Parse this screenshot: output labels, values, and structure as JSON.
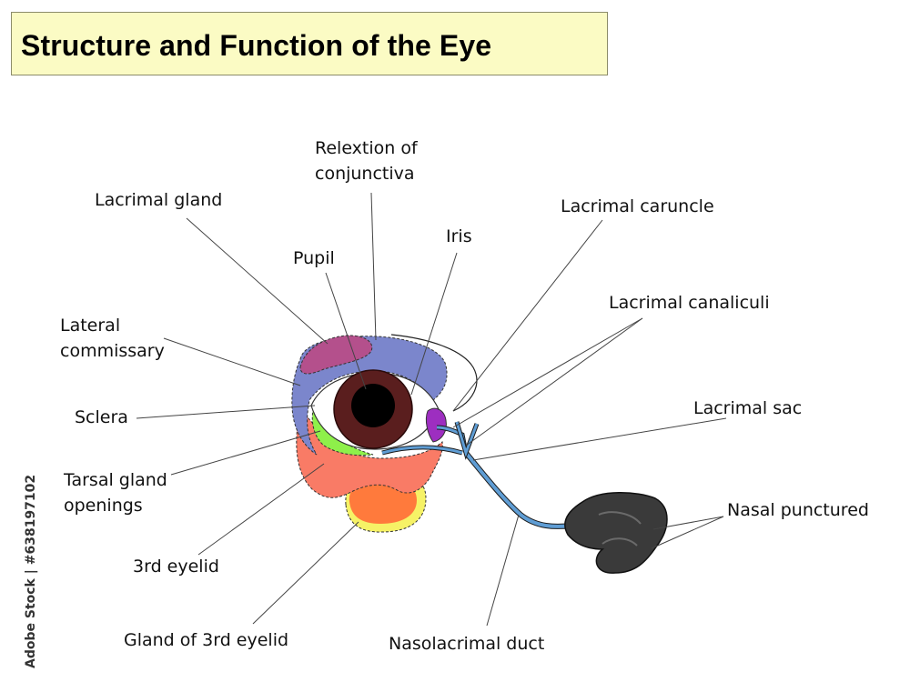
{
  "title": "Structure and Function of the Eye",
  "labels": {
    "relexion_line1": "Relextion of",
    "relexion_line2": "conjunctiva",
    "lacrimal_gland": "Lacrimal gland",
    "iris": "Iris",
    "lacrimal_caruncle": "Lacrimal caruncle",
    "pupil": "Pupil",
    "lacrimal_canaliculi": "Lacrimal canaliculi",
    "lateral_line1": "Lateral",
    "lateral_line2": "commissary",
    "sclera": "Sclera",
    "lacrimal_sac": "Lacrimal sac",
    "tarsal_line1": "Tarsal gland",
    "tarsal_line2": "openings",
    "nasal_punctured": "Nasal punctured",
    "third_eyelid": "3rd eyelid",
    "gland_third_eyelid": "Gland of 3rd eyelid",
    "nasolacrimal_duct": "Nasolacrimal duct"
  },
  "credit": "Adobe Stock | #638197102",
  "colors": {
    "title_bg": "#fbfbc4",
    "conjunctiva": "#7b86cc",
    "lacrimal_gland": "#b4508c",
    "sclera": "#ffffff",
    "iris": "#5a1e1e",
    "pupil": "#000000",
    "caruncle": "#9d2ec0",
    "tarsal_gland_openings": "#8ef04a",
    "third_eyelid": "#f97b66",
    "gland_third_eyelid_outer": "#f6f266",
    "gland_third_eyelid_inner": "#ff7a3c",
    "duct": "#5f9dd4",
    "nasal": "#3a3a3a"
  }
}
